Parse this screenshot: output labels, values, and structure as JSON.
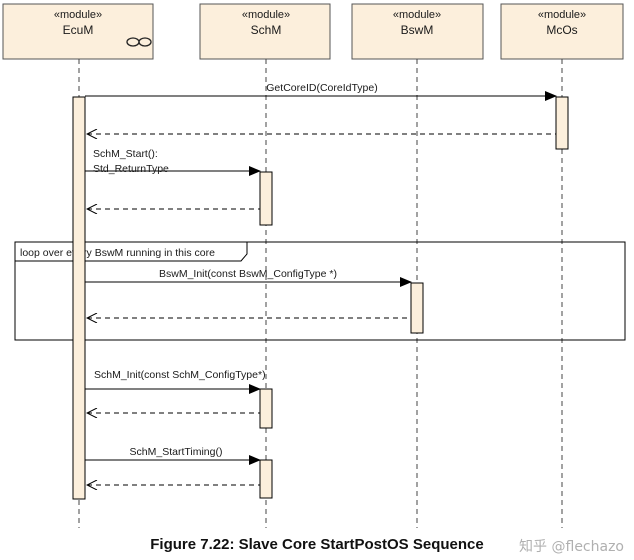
{
  "modules": [
    {
      "stereotype": "«module»",
      "name": "EcuM"
    },
    {
      "stereotype": "«module»",
      "name": "SchM"
    },
    {
      "stereotype": "«module»",
      "name": "BswM"
    },
    {
      "stereotype": "«module»",
      "name": "McOs"
    }
  ],
  "messages": {
    "get_core_id": "GetCoreID(CoreIdType)",
    "schm_start_1": "SchM_Start():",
    "schm_start_2": "Std_ReturnType",
    "bswm_init": "BswM_Init(const BswM_ConfigType *)",
    "schm_init": "SchM_Init(const SchM_ConfigType*)",
    "schm_start_timing": "SchM_StartTiming()"
  },
  "loop": {
    "label": "loop over every BswM running in this core"
  },
  "caption": "Figure 7.22: Slave Core StartPostOS Sequence",
  "watermark": "知乎 @flechazo",
  "colors": {
    "module_fill": "#fcefdc",
    "activation_fill": "#fcefdc",
    "line": "#000000"
  }
}
